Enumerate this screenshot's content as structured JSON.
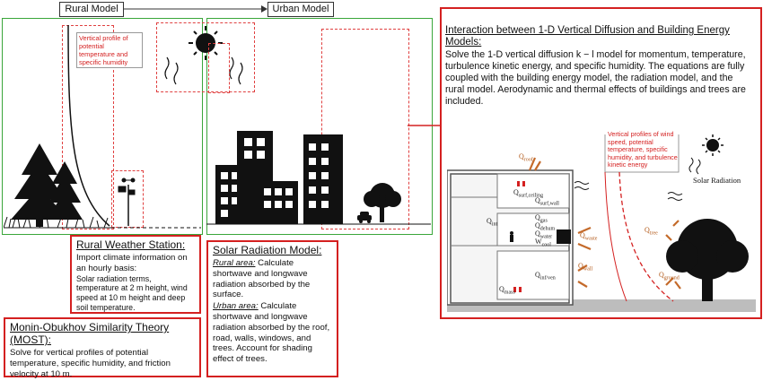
{
  "header": {
    "rural_model_label": "Rural Model",
    "urban_model_label": "Urban Model"
  },
  "rural_panel": {
    "profile_note": "Vertical profile of potential temperature and specific humidity"
  },
  "interaction": {
    "title": "Interaction between 1-D Vertical Diffusion and Building Energy Models:",
    "description": "Solve the 1-D vertical diffusion k − l model for momentum, temperature, turbulence kinetic energy, and specific humidity. The equations are fully coupled with the building energy model, the radiation model, and the rural model. Aerodynamic and thermal effects of buildings and trees are included.",
    "profile_note": "Vertical profiles of wind speed, potential temperature, specific humidity, and turbulence kinetic energy",
    "solar_label": "Solar Radiation",
    "flux_labels": {
      "roof": "Q",
      "roof_sub": "roof",
      "surf_ceiling": "Q",
      "surf_ceiling_sub": "surf,ceiling",
      "surf_wall": "Q",
      "surf_wall_sub": "surf,wall",
      "int": "Q",
      "int_sub": "int",
      "gas": "Q",
      "gas_sub": "gas",
      "dehum": "Q",
      "dehum_sub": "dehum",
      "water": "Q",
      "water_sub": "water",
      "cool": "W",
      "cool_sub": "cool",
      "waste": "Q",
      "waste_sub": "waste",
      "inf_ven": "Q",
      "inf_ven_sub": "inf/ven",
      "wall": "Q",
      "wall_sub": "wall",
      "mass": "Q",
      "mass_sub": "mass",
      "tree": "Q",
      "tree_sub": "tree",
      "ground": "Q",
      "ground_sub": "ground"
    }
  },
  "rural_station": {
    "title": "Rural Weather Station:",
    "lead": "Import climate information on an hourly basis:",
    "body": "Solar radiation terms, temperature at 2 m height, wind speed at 10 m height and deep soil temperature."
  },
  "solar_model": {
    "title": "Solar Radiation Model:",
    "rural_label": "Rural area:",
    "rural_text": "Calculate shortwave and longwave radiation absorbed by the surface.",
    "urban_label": "Urban area:",
    "urban_text": "Calculate shortwave and longwave radiation absorbed by the roof, road, walls, windows, and trees. Account for shading effect of trees."
  },
  "most": {
    "title": "Monin-Obukhov Similarity Theory (MOST):",
    "body": "Solve for vertical profiles of potential temperature, specific humidity, and friction velocity at 10 m."
  },
  "colors": {
    "panel_border": "#3aa63a",
    "box_border": "#d42020",
    "flux_arrow": "#c46a2a"
  }
}
